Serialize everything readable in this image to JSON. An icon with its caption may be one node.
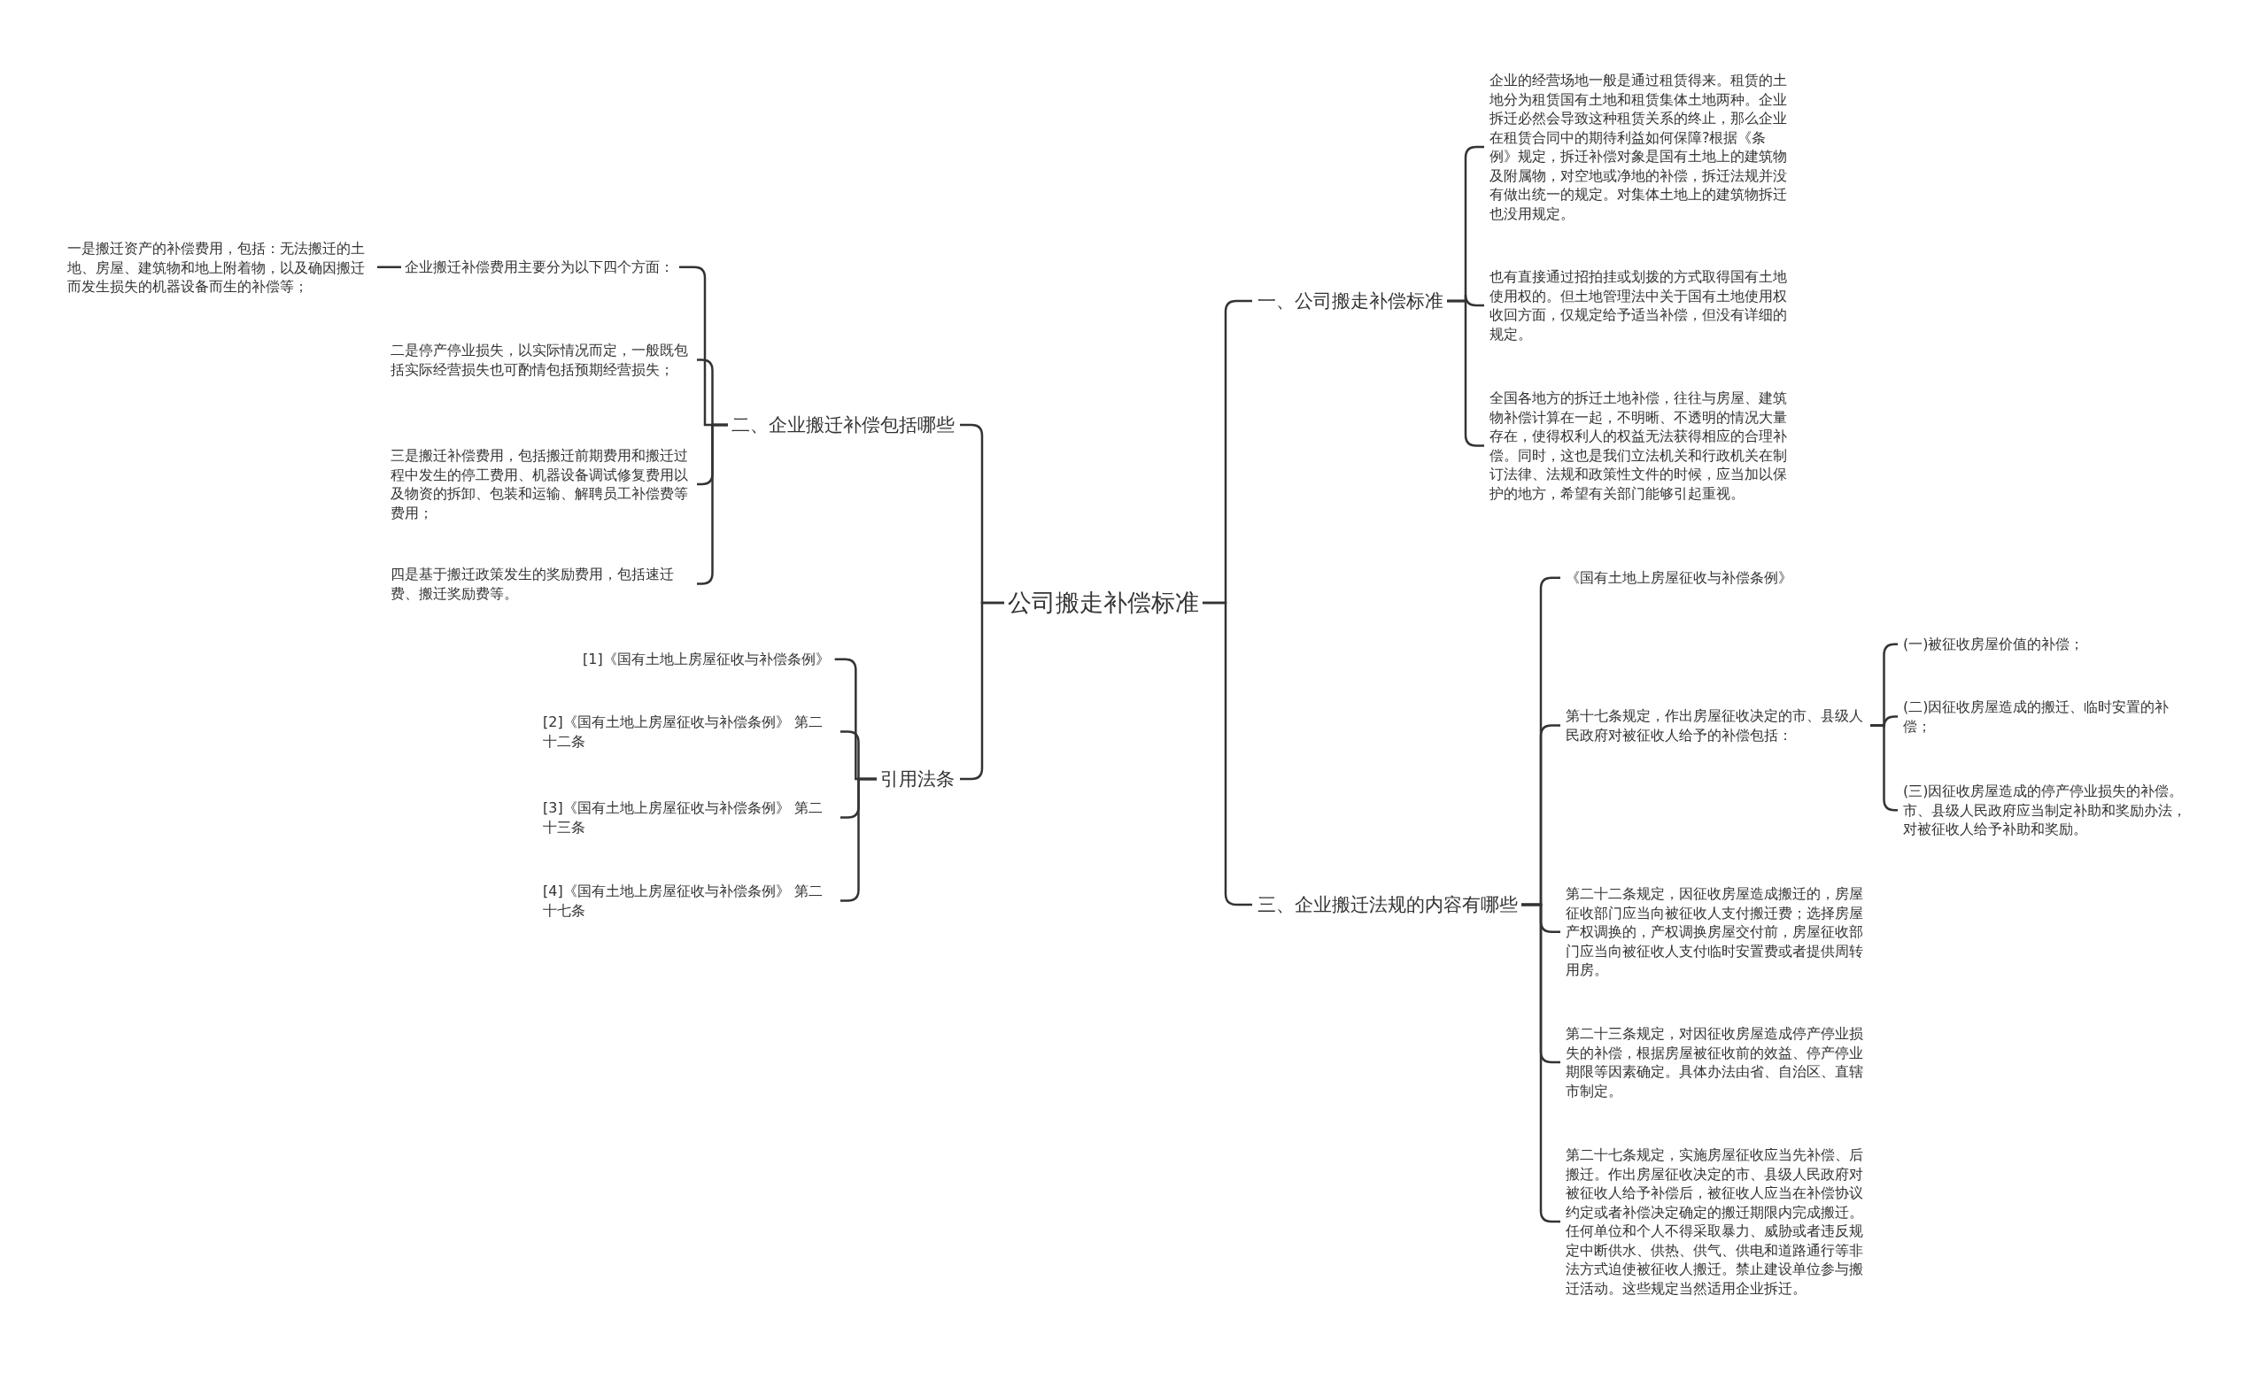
{
  "diagram": {
    "nodes": [
      {
        "text": [
          "公司搬走补偿标准"
        ]
      },
      {
        "text": [
          "一、公司搬走补偿标准"
        ]
      },
      {
        "text": [
          "企业的经营场地一般是通过租赁得来。租赁的土地分为租赁国有土地和租赁集体土地两种。企业拆迁必然会导致这种租赁关系的终止，那么企业在租赁合同中的期待利益如何保障?根据《条例》规定，拆迁补偿对象是国有土地上的建筑物及附属物，对空地或净地的补偿，拆迁法规并没有做出统一的规定。对集体土地上的建筑物拆迁也没用规定。"
        ]
      },
      {
        "text": [
          "也有直接通过招拍挂或划拨的方式取得国有土地使用权的。但土地管理法中关于国有土地使用权收回方面，仅规定给予适当补偿，但没有详细的规定。"
        ]
      },
      {
        "text": [
          "全国各地方的拆迁土地补偿，往往与房屋、建筑物补偿计算在一起，不明晰、不透明的情况大量存在，使得权利人的权益无法获得相应的合理补偿。同时，这也是我们立法机关和行政机关在制订法律、法规和政策性文件的时候，应当加以保护的地方，希望有关部门能够引起重视。"
        ]
      },
      {
        "text": [
          "二、企业搬迁补偿包括哪些"
        ]
      },
      {
        "text": [
          "企业搬迁补偿费用主要分为以下四个方面："
        ]
      },
      {
        "text": [
          "一是搬迁资产的补偿费用，包括：无法搬迁的土地、房屋、建筑物和地上附着物，以及确因搬迁而发生损失的机器设备而生的补偿等；"
        ]
      },
      {
        "text": [
          "二是停产停业损失，以实际情况而定，一般既包括实际经营损失也可酌情包括预期经营损失；"
        ]
      },
      {
        "text": [
          "三是搬迁补偿费用，包括搬迁前期费用和搬迁过程中发生的停工费用、机器设备调试修复费用以及物资的拆卸、包装和运输、解聘员工补偿费等费用；"
        ]
      },
      {
        "text": [
          "四是基于搬迁政策发生的奖励费用，包括速迁费、搬迁奖励费等。"
        ]
      },
      {
        "text": [
          "引用法条"
        ]
      },
      {
        "text": [
          "[1]《国有土地上房屋征收与补偿条例》"
        ]
      },
      {
        "text": [
          "[2]《国有土地上房屋征收与补偿条例》 第二十二条"
        ]
      },
      {
        "text": [
          "[3]《国有土地上房屋征收与补偿条例》 第二十三条"
        ]
      },
      {
        "text": [
          "[4]《国有土地上房屋征收与补偿条例》 第二十七条"
        ]
      },
      {
        "text": [
          "三、企业搬迁法规的内容有哪些"
        ]
      },
      {
        "text": [
          "《国有土地上房屋征收与补偿条例》"
        ]
      },
      {
        "text": [
          "第十七条规定，作出房屋征收决定的市、县级人民政府对被征收人给予的补偿包括："
        ]
      },
      {
        "text": [
          "(一)被征收房屋价值的补偿；"
        ]
      },
      {
        "text": [
          "(二)因征收房屋造成的搬迁、临时安置的补偿；"
        ]
      },
      {
        "text": [
          "(三)因征收房屋造成的停产停业损失的补偿。市、县级人民政府应当制定补助和奖励办法，对被征收人给予补助和奖励。"
        ]
      },
      {
        "text": [
          "第二十二条规定，因征收房屋造成搬迁的，房屋征收部门应当向被征收人支付搬迁费；选择房屋产权调换的，产权调换房屋交付前，房屋征收部门应当向被征收人支付临时安置费或者提供周转用房。"
        ]
      },
      {
        "text": [
          "第二十三条规定，对因征收房屋造成停产停业损失的补偿，根据房屋被征收前的效益、停产停业期限等因素确定。具体办法由省、自治区、直辖市制定。"
        ]
      },
      {
        "text": [
          "第二十七条规定，实施房屋征收应当先补偿、后搬迁。作出房屋征收决定的市、县级人民政府对被征收人给予补偿后，被征收人应当在补偿协议约定或者补偿决定确定的搬迁期限内完成搬迁。任何单位和个人不得采取暴力、威胁或者违反规定中断供水、供热、供气、供电和道路通行等非法方式迫使被征收人搬迁。禁止建设单位参与搬迁活动。这些规定当然适用企业拆迁。"
        ]
      }
    ],
    "edges": [
      {
        "from": 0,
        "to": 1,
        "arrow": "none"
      },
      {
        "from": 1,
        "to": 2,
        "arrow": "none"
      },
      {
        "from": 1,
        "to": 3,
        "arrow": "none"
      },
      {
        "from": 1,
        "to": 4,
        "arrow": "none"
      },
      {
        "from": 0,
        "to": 5,
        "arrow": "none"
      },
      {
        "from": 5,
        "to": 6,
        "arrow": "none"
      },
      {
        "from": 6,
        "to": 7,
        "arrow": "none"
      },
      {
        "from": 5,
        "to": 8,
        "arrow": "none"
      },
      {
        "from": 5,
        "to": 9,
        "arrow": "none"
      },
      {
        "from": 5,
        "to": 10,
        "arrow": "none"
      },
      {
        "from": 0,
        "to": 11,
        "arrow": "none"
      },
      {
        "from": 11,
        "to": 12,
        "arrow": "none"
      },
      {
        "from": 11,
        "to": 13,
        "arrow": "none"
      },
      {
        "from": 11,
        "to": 14,
        "arrow": "none"
      },
      {
        "from": 11,
        "to": 15,
        "arrow": "none"
      },
      {
        "from": 0,
        "to": 16,
        "arrow": "none"
      },
      {
        "from": 16,
        "to": 17,
        "arrow": "none"
      },
      {
        "from": 16,
        "to": 18,
        "arrow": "none"
      },
      {
        "from": 18,
        "to": 19,
        "arrow": "none"
      },
      {
        "from": 18,
        "to": 20,
        "arrow": "none"
      },
      {
        "from": 18,
        "to": 21,
        "arrow": "none"
      },
      {
        "from": 16,
        "to": 22,
        "arrow": "none"
      },
      {
        "from": 16,
        "to": 23,
        "arrow": "none"
      },
      {
        "from": 16,
        "to": 24,
        "arrow": "none"
      }
    ]
  }
}
